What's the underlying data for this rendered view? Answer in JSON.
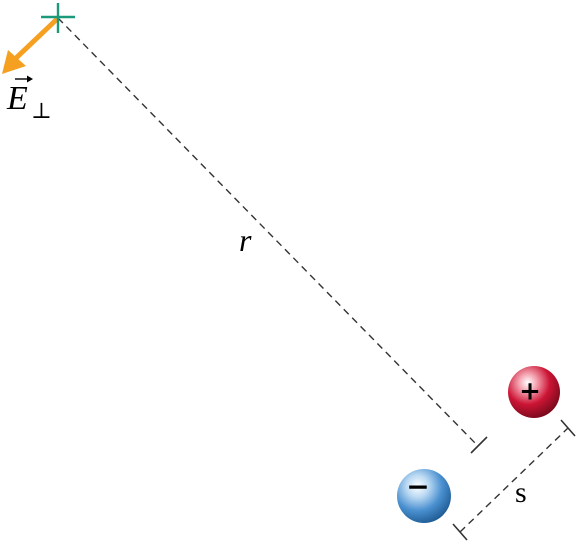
{
  "labels": {
    "field_symbol": "E",
    "field_subscript": "⊥",
    "distance_r": "r",
    "separation_s": "s"
  },
  "charges": {
    "positive_sign": "+",
    "negative_sign": "−"
  },
  "colors": {
    "observation_point": "#1a9a7a",
    "field_arrow": "#f5a020",
    "positive_charge": "#c8102e",
    "negative_charge": "#4a90d0",
    "guide_lines": "#333333"
  },
  "icons": {
    "observation_point": "plus-marker-icon",
    "field_vector": "arrow-icon"
  }
}
